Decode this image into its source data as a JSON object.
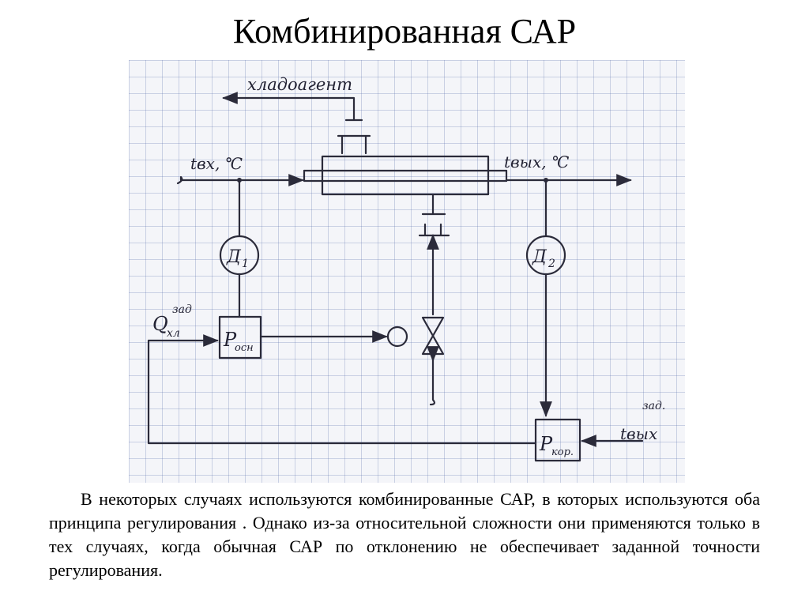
{
  "title": "Комбинированная САР",
  "diagram": {
    "labels": {
      "refrigerant": "хладоагент",
      "t_in": "tвх, ℃",
      "t_out": "tвых, ℃",
      "sensor1": "Д",
      "sensor1_sub": "1",
      "sensor2": "Д",
      "sensor2_sub": "2",
      "q_letter": "Q",
      "q_sub": "хл",
      "q_sup": "зад",
      "reg_main": "Р",
      "reg_main_sub": "осн",
      "reg_corr": "Р",
      "reg_corr_sub": "кор.",
      "t_set": "tвых",
      "t_set_sup": "зад."
    }
  },
  "paragraph": "В некоторых случаях используются комбинированные САР, в которых используются оба принципа регулирования . Однако из-за относительной сложности они применяются только в тех случаях, когда обычная САР по отклонению не обеспечивает заданной точности регулирования."
}
